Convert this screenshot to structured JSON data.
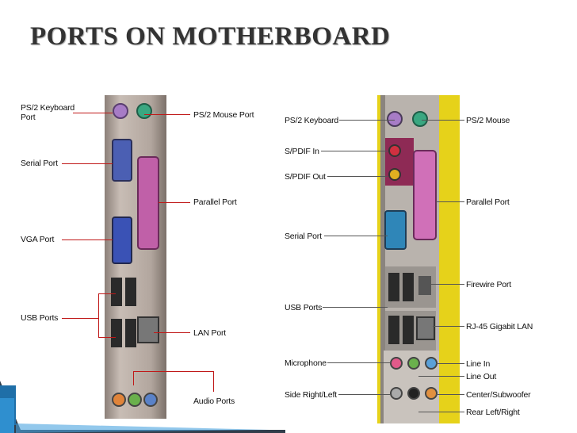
{
  "slide": {
    "title": "PORTS ON MOTHERBOARD"
  },
  "left_diagram": {
    "labels": [
      "PS/2 Keyboard\nPort",
      "PS/2 Mouse Port",
      "Serial Port",
      "Parallel Port",
      "VGA Port",
      "USB Ports",
      "LAN Port",
      "Audio Ports"
    ]
  },
  "right_diagram": {
    "labels_left": [
      "PS/2 Keyboard",
      "S/PDIF In",
      "S/PDIF Out",
      "Serial Port",
      "USB Ports",
      "Microphone",
      "Side Right/Left"
    ],
    "labels_right": [
      "PS/2 Mouse",
      "Parallel Port",
      "Firewire Port",
      "RJ-45 Gigabit LAN",
      "Line In",
      "Line Out",
      "Center/Subwoofer",
      "Rear Left/Right"
    ]
  },
  "colors": {
    "title": "#333333",
    "leader_left": "#c01818",
    "panel_left": "#b7aba2",
    "panel_right_yellow": "#e6d21a",
    "footer_blue": "#1f6fa8",
    "footer_dark": "#0d1b2a"
  }
}
